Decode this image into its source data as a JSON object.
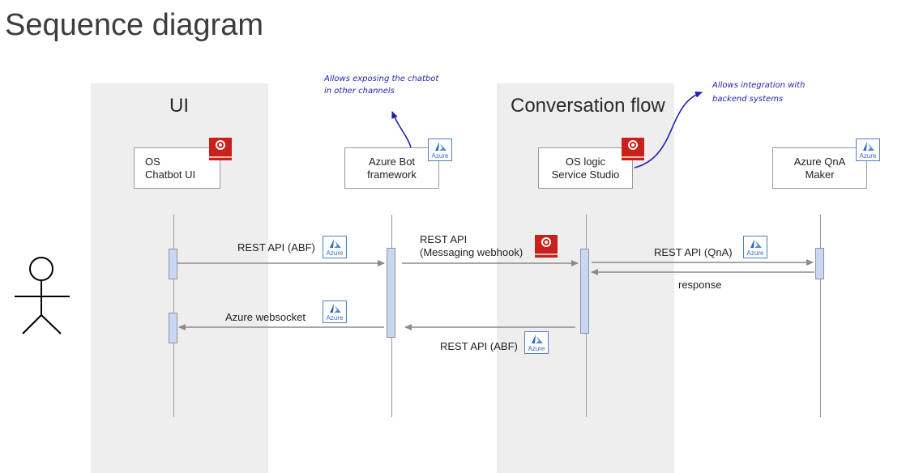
{
  "title": "Sequence diagram",
  "lanes": {
    "ui": "UI",
    "conversation": "Conversation flow"
  },
  "participants": {
    "os_chatbot": {
      "line1": "OS",
      "line2": "Chatbot UI"
    },
    "azure_bot": {
      "line1": "Azure Bot",
      "line2": "framework"
    },
    "os_logic": {
      "line1": "OS logic",
      "line2": "Service Studio"
    },
    "qna": {
      "line1": "Azure QnA",
      "line2": "Maker"
    }
  },
  "messages": {
    "rest_abf_1": "REST API (ABF)",
    "rest_messaging_1": "REST  API",
    "rest_messaging_2": "(Messaging webhook)",
    "rest_qna": "REST API (QnA)",
    "response": "response",
    "websocket": "Azure websocket",
    "rest_abf_2": "REST API (ABF)"
  },
  "notes": {
    "bot_channels_1": "Allows exposing the chatbot",
    "bot_channels_2": "in other channels",
    "backend_1": "Allows integration with",
    "backend_2": "backend systems"
  },
  "badges": {
    "azure": "Azure"
  },
  "colors": {
    "lane_bg": "#eeeeee",
    "activation_fill": "#c9d7f2",
    "arrow": "#8a8a8a",
    "note_ink": "#1f1fb0",
    "outsystems_red": "#c8201a",
    "azure_blue": "#3a6bb8"
  },
  "icons": [
    "actor-stick-figure-icon",
    "azure-logo-icon",
    "outsystems-logo-icon"
  ]
}
